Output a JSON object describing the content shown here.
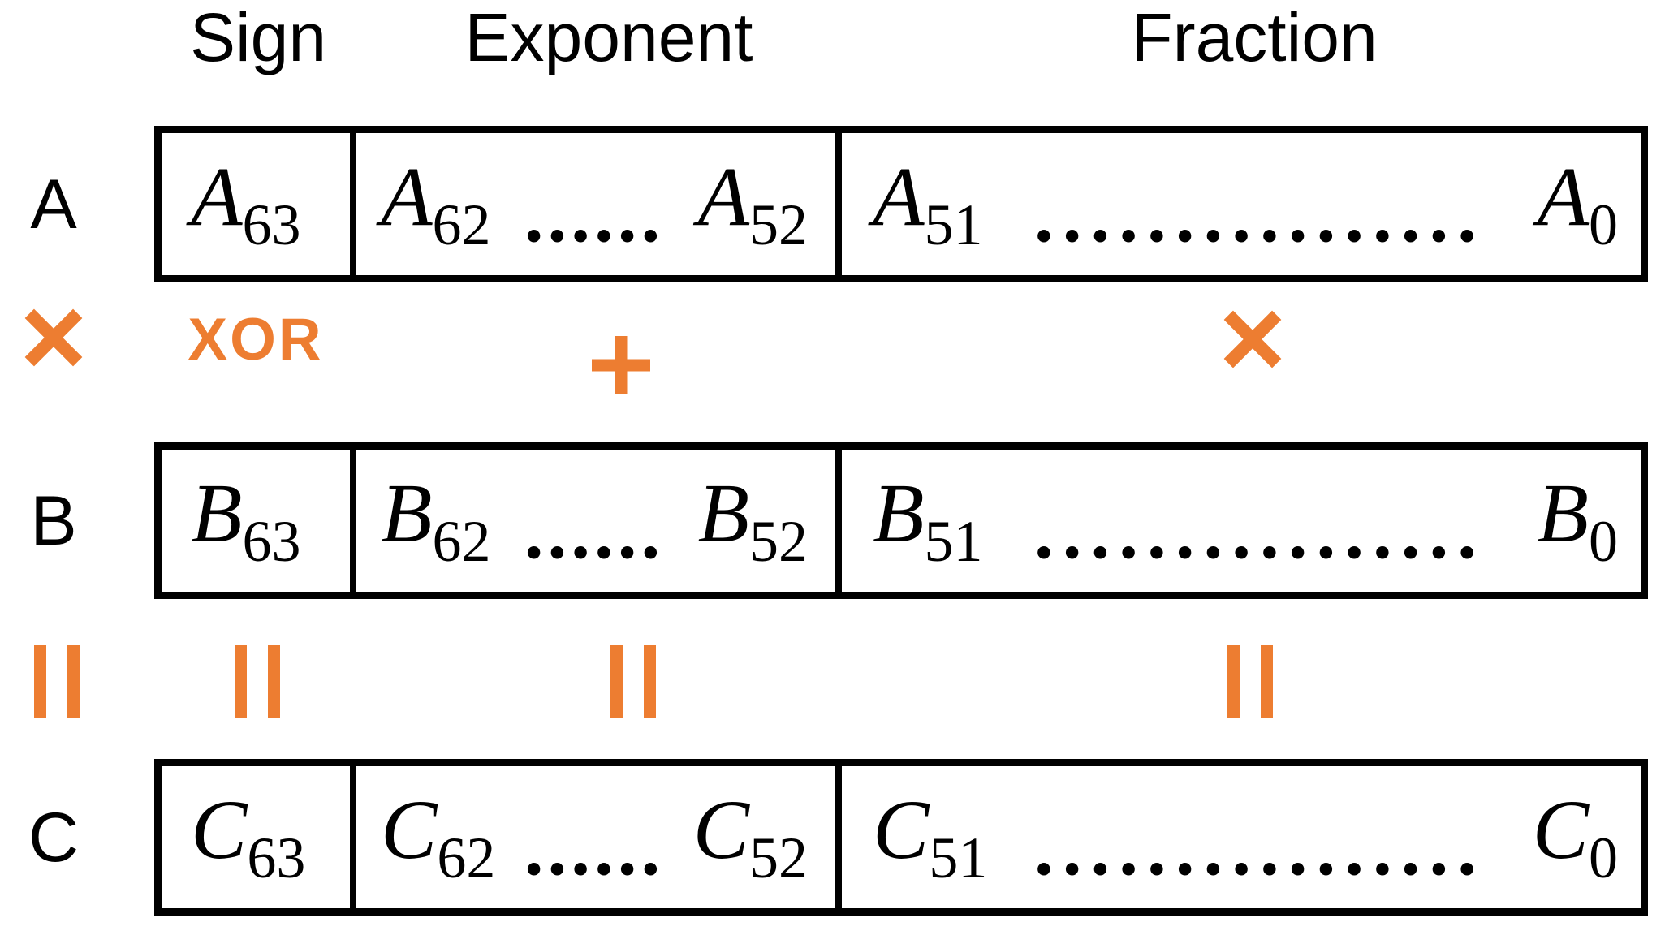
{
  "palette": {
    "accent_orange": "#ED7D31",
    "ink": "#000000",
    "background": "#FFFFFF"
  },
  "column_headers": {
    "sign": "Sign",
    "exponent": "Exponent",
    "fraction": "Fraction"
  },
  "operands": [
    {
      "label": "A",
      "sign_bit": {
        "base": "A",
        "sub": "63"
      },
      "exponent_field": {
        "start_base": "A",
        "start_sub": "62",
        "dots": "......",
        "end_base": "A",
        "end_sub": "52"
      },
      "fraction_field": {
        "start_base": "A",
        "start_sub": "51",
        "dots": "................",
        "end_base": "A",
        "end_sub": "0"
      }
    },
    {
      "label": "B",
      "sign_bit": {
        "base": "B",
        "sub": "63"
      },
      "exponent_field": {
        "start_base": "B",
        "start_sub": "62",
        "dots": "......",
        "end_base": "B",
        "end_sub": "52"
      },
      "fraction_field": {
        "start_base": "B",
        "start_sub": "51",
        "dots": "................",
        "end_base": "B",
        "end_sub": "0"
      }
    },
    {
      "label": "C",
      "sign_bit": {
        "base": "C",
        "sub": "63"
      },
      "exponent_field": {
        "start_base": "C",
        "start_sub": "62",
        "dots": "......",
        "end_base": "C",
        "end_sub": "52"
      },
      "fraction_field": {
        "start_base": "C",
        "start_sub": "51",
        "dots": "................",
        "end_base": "C",
        "end_sub": "0"
      }
    }
  ],
  "operators": {
    "result_op": "×",
    "sign_op": "XOR",
    "exponent_op": "+",
    "fraction_op": "×",
    "equals_op": "="
  }
}
